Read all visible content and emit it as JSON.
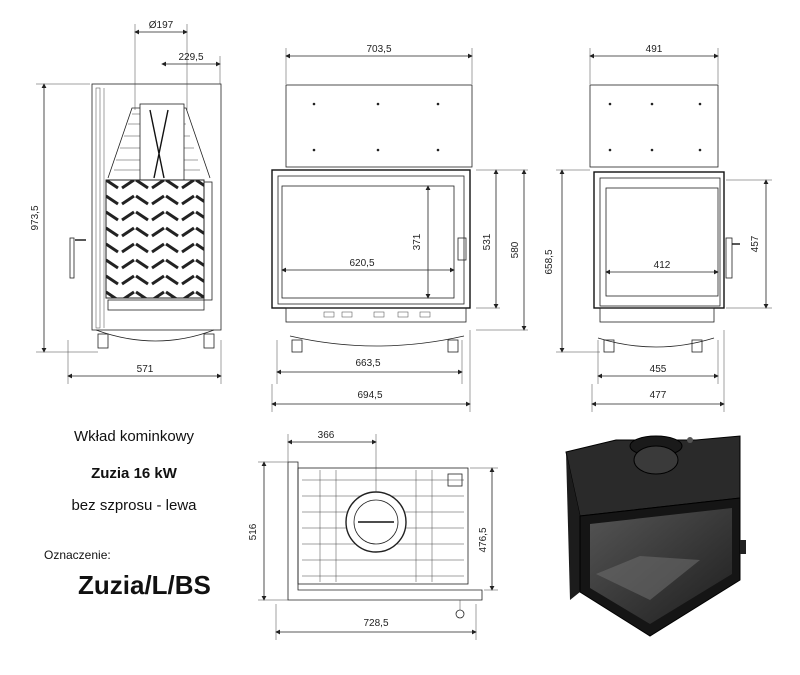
{
  "caption": {
    "type": "Wkład kominkowy",
    "name": "Zuzia 16 kW",
    "variant": "bez szprosu - lewa",
    "mark_label": "Oznaczenie:",
    "code": "Zuzia/L/BS"
  },
  "dimensions": {
    "front_section": {
      "flue_diameter": "Ø197",
      "flue_offset": "229,5",
      "height": "973,5",
      "width": "571"
    },
    "front_view": {
      "top_width": "703,5",
      "glass_width": "620,5",
      "glass_height": "371",
      "door_height": "531",
      "body_height": "580",
      "base_width": "663,5",
      "overall_width": "694,5"
    },
    "side_view": {
      "top_width": "491",
      "height": "658,5",
      "glass_height": "457",
      "glass_width": "412",
      "base_width": "455",
      "overall_width": "477"
    },
    "top_view": {
      "flue_offset": "366",
      "depth": "516",
      "inner_depth": "476,5",
      "width": "728,5"
    }
  }
}
